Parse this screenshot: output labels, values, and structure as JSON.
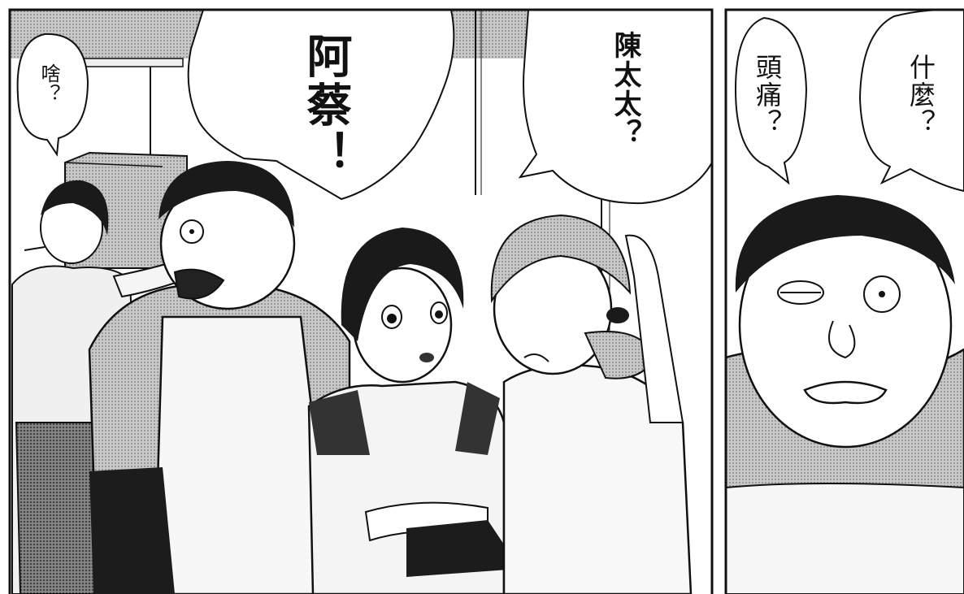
{
  "panels": [
    {
      "id": "panel-left",
      "bubbles": [
        {
          "id": "bubble-what",
          "text": "啥？"
        },
        {
          "id": "bubble-acai",
          "text": "阿蔡！"
        },
        {
          "id": "bubble-mrs-chen",
          "text": "陳太太？"
        }
      ]
    },
    {
      "id": "panel-right",
      "bubbles": [
        {
          "id": "bubble-headache",
          "text": "頭痛？"
        },
        {
          "id": "bubble-shenme",
          "text": "什麼？"
        }
      ]
    }
  ],
  "colors": {
    "ink": "#111111",
    "screentone": "#9a9a9a",
    "paper": "#ffffff"
  }
}
